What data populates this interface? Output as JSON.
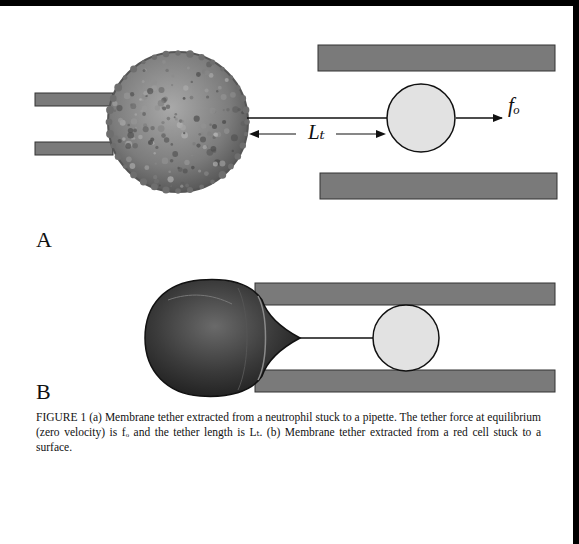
{
  "diagram": {
    "caption": "FIGURE 1 (a) Membrane tether extracted from a neutrophil stuck to a pipette. The tether force at equilibrium (zero velocity) is fₒ and the tether length is Lₜ. (b) Membrane tether extracted from a red cell stuck to a surface.",
    "labels": [
      "Lₜ",
      "fₒ",
      "A",
      "B"
    ]
  }
}
